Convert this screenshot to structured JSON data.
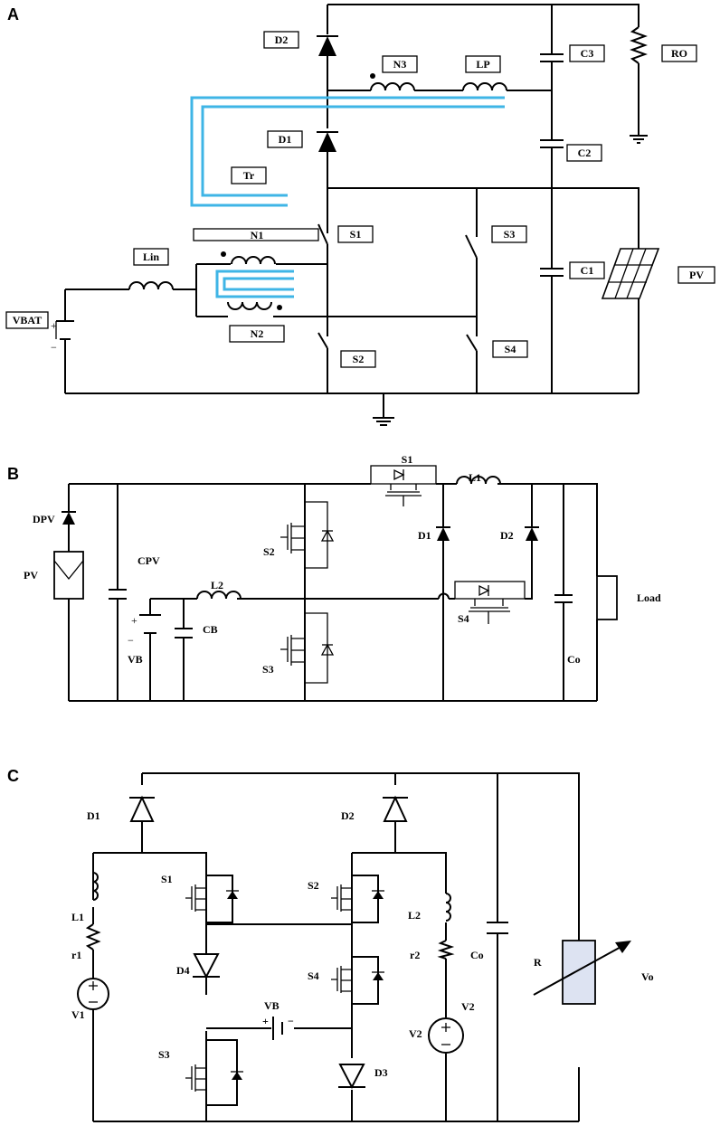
{
  "panels": [
    {
      "letter": "A",
      "labels": {
        "D2": "D2",
        "N3": "N3",
        "LP": "LP",
        "C3": "C3",
        "RO": "RO",
        "D1": "D1",
        "C2": "C2",
        "Tr": "Tr",
        "N1": "N1",
        "S1": "S1",
        "S3": "S3",
        "Lin": "Lin",
        "C1": "C1",
        "PV": "PV",
        "VBAT": "VBAT",
        "N2": "N2",
        "S2": "S2",
        "S4": "S4"
      }
    },
    {
      "letter": "B",
      "labels": {
        "S1": "S1",
        "L1": "L1",
        "DPV": "DPV",
        "S2": "S2",
        "D1": "D1",
        "D2": "D2",
        "CPV": "CPV",
        "PV": "PV",
        "L2": "L2",
        "Load": "Load",
        "S4": "S4",
        "CB": "CB",
        "VB": "VB",
        "Co": "Co",
        "S3": "S3",
        "plus": "+",
        "minus": "−"
      }
    },
    {
      "letter": "C",
      "labels": {
        "D1": "D1",
        "D2": "D2",
        "S1": "S1",
        "S2": "S2",
        "L1": "L1",
        "L2": "L2",
        "r1": "r1",
        "r2": "r2",
        "Co": "Co",
        "R": "R",
        "D4": "D4",
        "S4": "S4",
        "Vo": "Vo",
        "VB": "VB",
        "V1": "V1",
        "V2": "V2",
        "S3": "S3",
        "D3": "D3"
      }
    }
  ],
  "colors": {
    "wire": "#000000",
    "transformer_core": "#3fb5e6",
    "resistor_fill": "#dde3f2"
  }
}
